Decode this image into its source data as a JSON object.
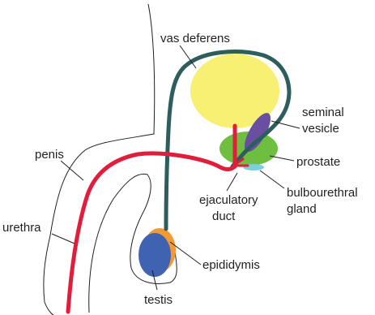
{
  "labels": {
    "vas_deferens": "vas deferens",
    "seminal_vesicle_1": "seminal",
    "seminal_vesicle_2": "vesicle",
    "penis": "penis",
    "prostate": "prostate",
    "bulbourethral_1": "bulbourethral",
    "bulbourethral_2": "gland",
    "ejaculatory_1": "ejaculatory",
    "ejaculatory_2": "duct",
    "urethra": "urethra",
    "epididymis": "epididymis",
    "testis": "testis"
  },
  "colors": {
    "bladder": "#f7f073",
    "vas_deferens": "#2d5e5d",
    "urethra": "#e21d3b",
    "prostate": "#6ebe3f",
    "seminal_vesicle": "#6a4fa0",
    "bulbourethral": "#7ccfe0",
    "testis": "#3f63b0",
    "epididymis": "#f39a35",
    "outline": "#231f20"
  }
}
